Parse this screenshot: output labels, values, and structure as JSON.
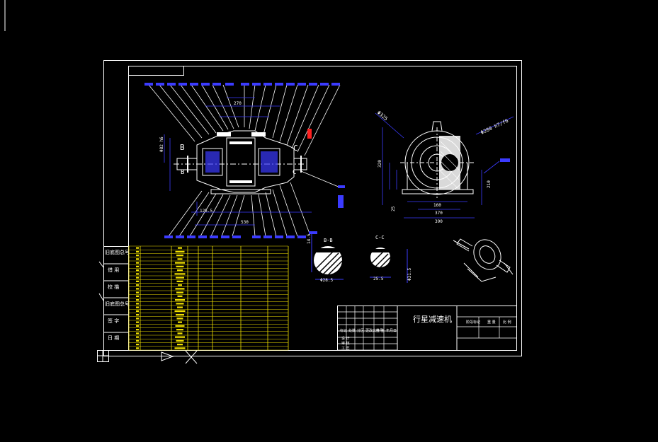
{
  "drawing": {
    "title_block_name": "行星减速机",
    "section_labels": {
      "bb": "B-B",
      "cc": "C-C"
    },
    "view_labels": {
      "b": "B",
      "c": "C"
    },
    "colors": {
      "background": "#000000",
      "frame": "#ffffff",
      "dimension": "#3b3bff",
      "leader": "#ffffff",
      "table": "#f0e000",
      "accent_red": "#ff2020",
      "hatch": "#ffffff"
    }
  },
  "left_stamp_table": {
    "rows": [
      "旧底图总号",
      "借 用",
      "校 描",
      "旧底图总号",
      "签 字",
      "日 期"
    ]
  },
  "title_block": {
    "small_cells": [
      "标记",
      "处数",
      "分区",
      "更改文件号",
      "签 名",
      "年月日"
    ],
    "rows": [
      "设 计",
      "审 核",
      "工 艺"
    ],
    "right_labels": [
      "阶段标记",
      "重 量",
      "比 例"
    ]
  },
  "dimensions": {
    "front_view": [
      "Φ82 h6",
      "270",
      "125.5",
      "530"
    ],
    "side_view": [
      "Φ325",
      "Φ280 h7/f6",
      "320",
      "160",
      "210",
      "370",
      "390",
      "25"
    ],
    "sections": [
      "14.5",
      "Φ28.5",
      "25.5",
      "Φ31.5"
    ]
  }
}
